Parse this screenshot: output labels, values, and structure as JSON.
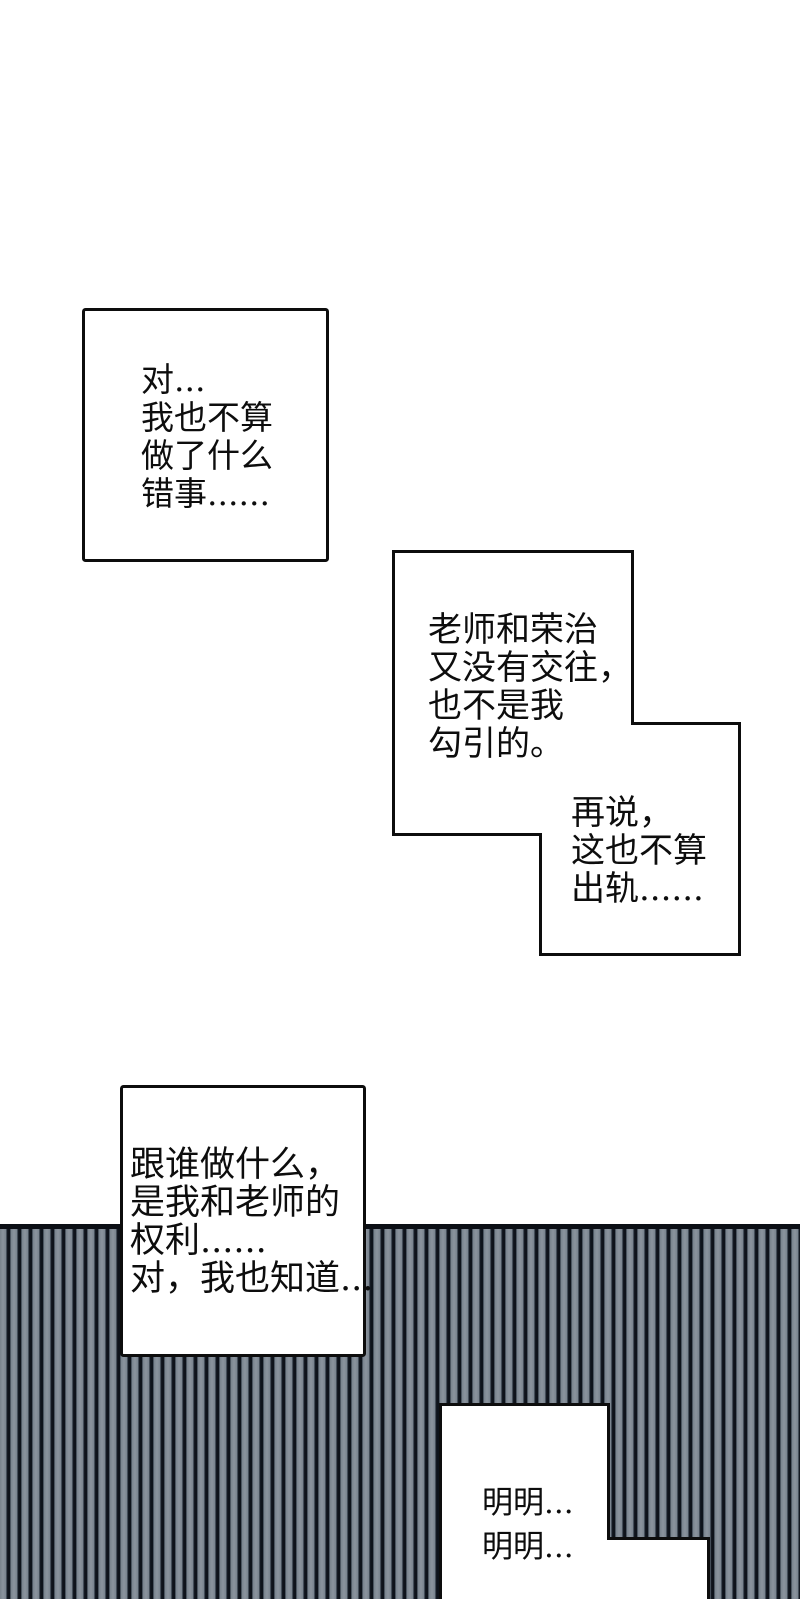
{
  "page": {
    "type": "comic-page",
    "background_color": "#ffffff",
    "ink_color": "#0d0d0d",
    "stripes": {
      "light_color": "#79838e",
      "dark_color": "#0e131b",
      "top_line_color": "#0b0f15"
    }
  },
  "bubbles": [
    {
      "id": "bubble-1",
      "text": "对...\n我也不算\n做了什么\n错事......"
    },
    {
      "id": "bubble-2",
      "text": "老师和荣治\n又没有交往，\n也不是我\n勾引的。"
    },
    {
      "id": "bubble-3",
      "text": "再说，\n这也不算\n出轨......"
    },
    {
      "id": "bubble-4",
      "text": "跟谁做什么，\n是我和老师的\n权利......\n对，我也知道..."
    },
    {
      "id": "bubble-5",
      "text": "明明...\n明明..."
    }
  ]
}
